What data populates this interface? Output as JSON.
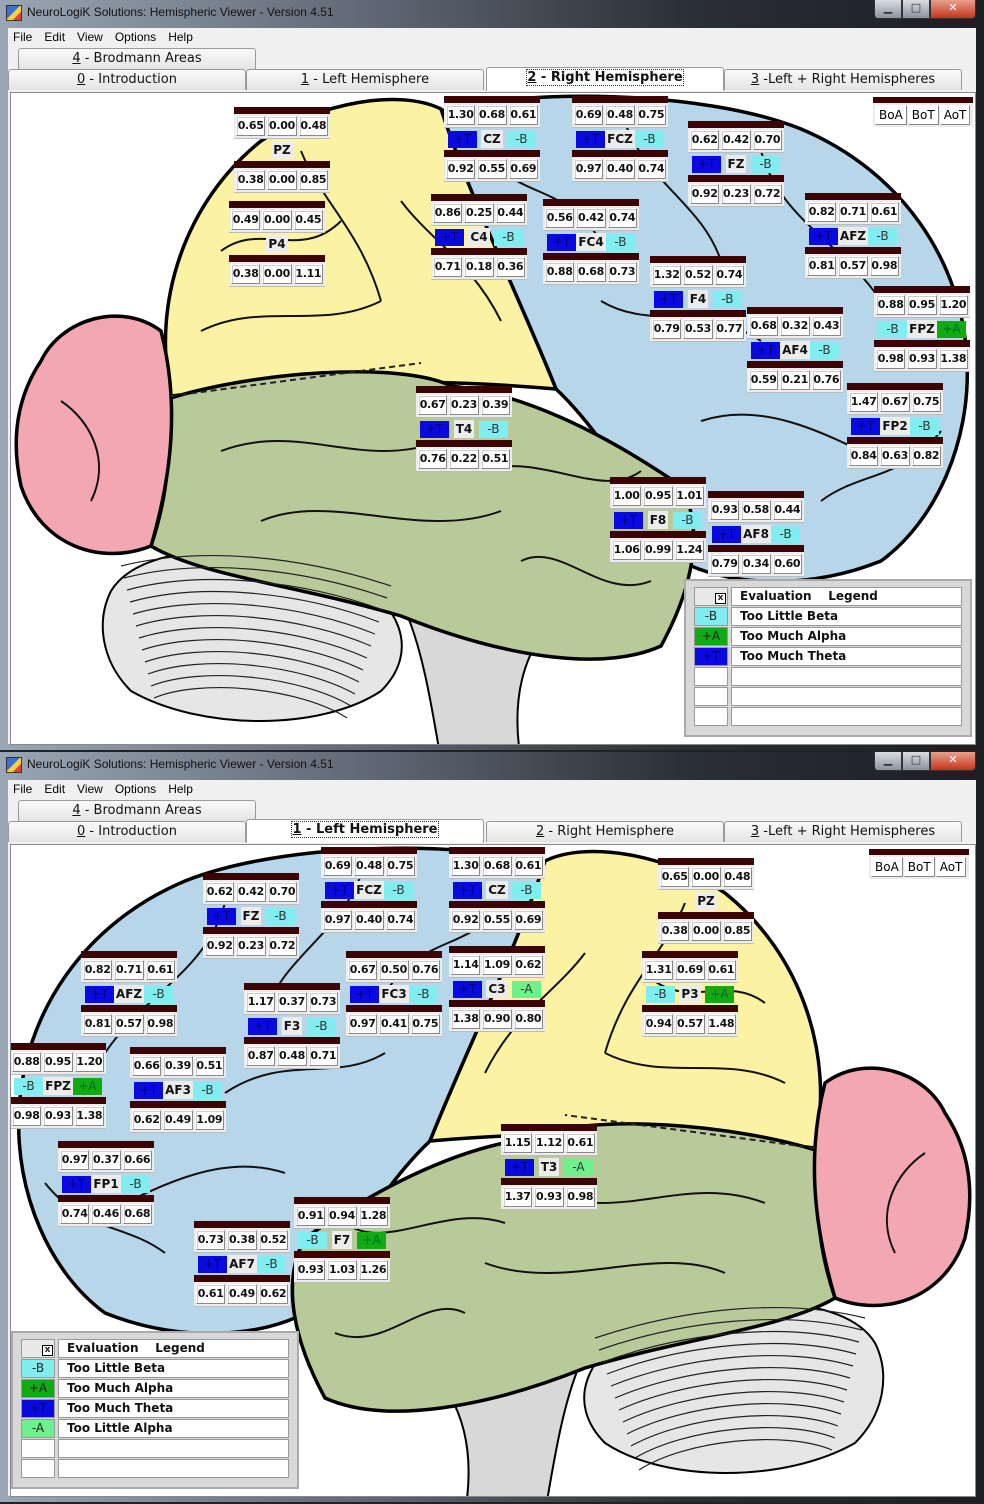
{
  "tag_colors": {
    "+T": "#0a0ae0",
    "-B": "#80eef0",
    "+A": "#12aa12",
    "-A": "#6ef08c"
  },
  "windows": [
    {
      "title": "NeuroLogiK Solutions: Hemispheric Viewer - Version 4.51",
      "menu": [
        "File",
        "Edit",
        "View",
        "Options",
        "Help"
      ],
      "top_tab": "4 - Brodmann Areas",
      "tabs": [
        "0 - Introduction",
        "1 - Left Hemisphere",
        "2 - Right Hemisphere",
        "3 -Left + Right Hemispheres"
      ],
      "active_tab": 2,
      "band_buttons": [
        "BoA",
        "BoT",
        "AoT"
      ],
      "electrodes": [
        {
          "name": "PZ",
          "top": [
            "0.65",
            "0.00",
            "0.48"
          ],
          "bottom": [
            "0.38",
            "0.00",
            "0.85"
          ],
          "left_tag": null,
          "right_tag": null
        },
        {
          "name": "P4",
          "top": [
            "0.49",
            "0.00",
            "0.45"
          ],
          "bottom": [
            "0.38",
            "0.00",
            "1.11"
          ],
          "left_tag": null,
          "right_tag": null
        },
        {
          "name": "CZ",
          "top": [
            "1.30",
            "0.68",
            "0.61"
          ],
          "bottom": [
            "0.92",
            "0.55",
            "0.69"
          ],
          "left_tag": "+T",
          "right_tag": "-B"
        },
        {
          "name": "FCZ",
          "top": [
            "0.69",
            "0.48",
            "0.75"
          ],
          "bottom": [
            "0.97",
            "0.40",
            "0.74"
          ],
          "left_tag": "+T",
          "right_tag": "-B"
        },
        {
          "name": "FZ",
          "top": [
            "0.62",
            "0.42",
            "0.70"
          ],
          "bottom": [
            "0.92",
            "0.23",
            "0.72"
          ],
          "left_tag": "+T",
          "right_tag": "-B"
        },
        {
          "name": "C4",
          "top": [
            "0.86",
            "0.25",
            "0.44"
          ],
          "bottom": [
            "0.71",
            "0.18",
            "0.36"
          ],
          "left_tag": "+T",
          "right_tag": "-B"
        },
        {
          "name": "FC4",
          "top": [
            "0.56",
            "0.42",
            "0.74"
          ],
          "bottom": [
            "0.88",
            "0.68",
            "0.73"
          ],
          "left_tag": "+T",
          "right_tag": "-B"
        },
        {
          "name": "AFZ",
          "top": [
            "0.82",
            "0.71",
            "0.61"
          ],
          "bottom": [
            "0.81",
            "0.57",
            "0.98"
          ],
          "left_tag": "+T",
          "right_tag": "-B"
        },
        {
          "name": "F4",
          "top": [
            "1.32",
            "0.52",
            "0.74"
          ],
          "bottom": [
            "0.79",
            "0.53",
            "0.77"
          ],
          "left_tag": "+T",
          "right_tag": "-B"
        },
        {
          "name": "AF4",
          "top": [
            "0.68",
            "0.32",
            "0.43"
          ],
          "bottom": [
            "0.59",
            "0.21",
            "0.76"
          ],
          "left_tag": "+T",
          "right_tag": "-B"
        },
        {
          "name": "FPZ",
          "top": [
            "0.88",
            "0.95",
            "1.20"
          ],
          "bottom": [
            "0.98",
            "0.93",
            "1.38"
          ],
          "left_tag": "-B",
          "right_tag": "+A"
        },
        {
          "name": "FP2",
          "top": [
            "1.47",
            "0.67",
            "0.75"
          ],
          "bottom": [
            "0.84",
            "0.63",
            "0.82"
          ],
          "left_tag": "+T",
          "right_tag": "-B"
        },
        {
          "name": "T4",
          "top": [
            "0.67",
            "0.23",
            "0.39"
          ],
          "bottom": [
            "0.76",
            "0.22",
            "0.51"
          ],
          "left_tag": "+T",
          "right_tag": "-B"
        },
        {
          "name": "F8",
          "top": [
            "1.00",
            "0.95",
            "1.01"
          ],
          "bottom": [
            "1.06",
            "0.99",
            "1.24"
          ],
          "left_tag": "+T",
          "right_tag": "-B"
        },
        {
          "name": "AF8",
          "top": [
            "0.93",
            "0.58",
            "0.44"
          ],
          "bottom": [
            "0.79",
            "0.34",
            "0.60"
          ],
          "left_tag": "+T",
          "right_tag": "-B"
        }
      ],
      "legend": {
        "checkbox": "x",
        "header": "Evaluation    Legend",
        "rows": [
          {
            "tag": "-B",
            "label": "Too Little Beta"
          },
          {
            "tag": "+A",
            "label": "Too Much Alpha"
          },
          {
            "tag": "+T",
            "label": "Too Much Theta"
          },
          {
            "tag": "",
            "label": ""
          },
          {
            "tag": "",
            "label": ""
          },
          {
            "tag": "",
            "label": ""
          }
        ]
      }
    },
    {
      "title": "NeuroLogiK Solutions: Hemispheric Viewer - Version 4.51",
      "menu": [
        "File",
        "Edit",
        "View",
        "Options",
        "Help"
      ],
      "top_tab": "4 - Brodmann Areas",
      "tabs": [
        "0 - Introduction",
        "1 - Left Hemisphere",
        "2 - Right Hemisphere",
        "3 -Left + Right Hemispheres"
      ],
      "active_tab": 1,
      "band_buttons": [
        "BoA",
        "BoT",
        "AoT"
      ],
      "electrodes": [
        {
          "name": "FZ",
          "top": [
            "0.62",
            "0.42",
            "0.70"
          ],
          "bottom": [
            "0.92",
            "0.23",
            "0.72"
          ],
          "left_tag": "+T",
          "right_tag": "-B"
        },
        {
          "name": "FCZ",
          "top": [
            "0.69",
            "0.48",
            "0.75"
          ],
          "bottom": [
            "0.97",
            "0.40",
            "0.74"
          ],
          "left_tag": "+T",
          "right_tag": "-B"
        },
        {
          "name": "CZ",
          "top": [
            "1.30",
            "0.68",
            "0.61"
          ],
          "bottom": [
            "0.92",
            "0.55",
            "0.69"
          ],
          "left_tag": "+T",
          "right_tag": "-B"
        },
        {
          "name": "PZ",
          "top": [
            "0.65",
            "0.00",
            "0.48"
          ],
          "bottom": [
            "0.38",
            "0.00",
            "0.85"
          ],
          "left_tag": null,
          "right_tag": null
        },
        {
          "name": "AFZ",
          "top": [
            "0.82",
            "0.71",
            "0.61"
          ],
          "bottom": [
            "0.81",
            "0.57",
            "0.98"
          ],
          "left_tag": "+T",
          "right_tag": "-B"
        },
        {
          "name": "F3",
          "top": [
            "1.17",
            "0.37",
            "0.73"
          ],
          "bottom": [
            "0.87",
            "0.48",
            "0.71"
          ],
          "left_tag": "+T",
          "right_tag": "-B"
        },
        {
          "name": "FC3",
          "top": [
            "0.67",
            "0.50",
            "0.76"
          ],
          "bottom": [
            "0.97",
            "0.41",
            "0.75"
          ],
          "left_tag": "+T",
          "right_tag": "-B"
        },
        {
          "name": "C3",
          "top": [
            "1.14",
            "1.09",
            "0.62"
          ],
          "bottom": [
            "1.38",
            "0.90",
            "0.80"
          ],
          "left_tag": "+T",
          "right_tag": "-A"
        },
        {
          "name": "P3",
          "top": [
            "1.31",
            "0.69",
            "0.61"
          ],
          "bottom": [
            "0.94",
            "0.57",
            "1.48"
          ],
          "left_tag": "-B",
          "right_tag": "+A"
        },
        {
          "name": "FPZ",
          "top": [
            "0.88",
            "0.95",
            "1.20"
          ],
          "bottom": [
            "0.98",
            "0.93",
            "1.38"
          ],
          "left_tag": "-B",
          "right_tag": "+A"
        },
        {
          "name": "AF3",
          "top": [
            "0.66",
            "0.39",
            "0.51"
          ],
          "bottom": [
            "0.62",
            "0.49",
            "1.09"
          ],
          "left_tag": "+T",
          "right_tag": "-B"
        },
        {
          "name": "FP1",
          "top": [
            "0.97",
            "0.37",
            "0.66"
          ],
          "bottom": [
            "0.74",
            "0.46",
            "0.68"
          ],
          "left_tag": "+T",
          "right_tag": "-B"
        },
        {
          "name": "T3",
          "top": [
            "1.15",
            "1.12",
            "0.61"
          ],
          "bottom": [
            "1.37",
            "0.93",
            "0.98"
          ],
          "left_tag": "+T",
          "right_tag": "-A"
        },
        {
          "name": "F7",
          "top": [
            "0.91",
            "0.94",
            "1.28"
          ],
          "bottom": [
            "0.93",
            "1.03",
            "1.26"
          ],
          "left_tag": "-B",
          "right_tag": "+A"
        },
        {
          "name": "AF7",
          "top": [
            "0.73",
            "0.38",
            "0.52"
          ],
          "bottom": [
            "0.61",
            "0.49",
            "0.62"
          ],
          "left_tag": "+T",
          "right_tag": "-B"
        }
      ],
      "legend": {
        "checkbox": "x",
        "header": "Evaluation    Legend",
        "rows": [
          {
            "tag": "-B",
            "label": "Too Little Beta"
          },
          {
            "tag": "+A",
            "label": "Too Much Alpha"
          },
          {
            "tag": "+T",
            "label": "Too Much Theta"
          },
          {
            "tag": "-A",
            "label": "Too Little Alpha"
          },
          {
            "tag": "",
            "label": ""
          },
          {
            "tag": "",
            "label": ""
          }
        ]
      }
    }
  ]
}
